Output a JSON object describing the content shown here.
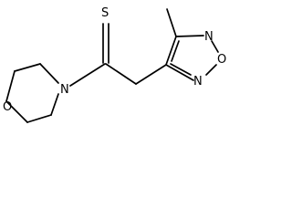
{
  "diagram": {
    "type": "chemical-structure",
    "atoms": {
      "thione_sulfur": "S",
      "morpholine_nitrogen": "N",
      "morpholine_oxygen": "O",
      "furazan_nitrogen_upper": "N",
      "furazan_oxygen": "O",
      "furazan_nitrogen_lower": "N"
    }
  }
}
